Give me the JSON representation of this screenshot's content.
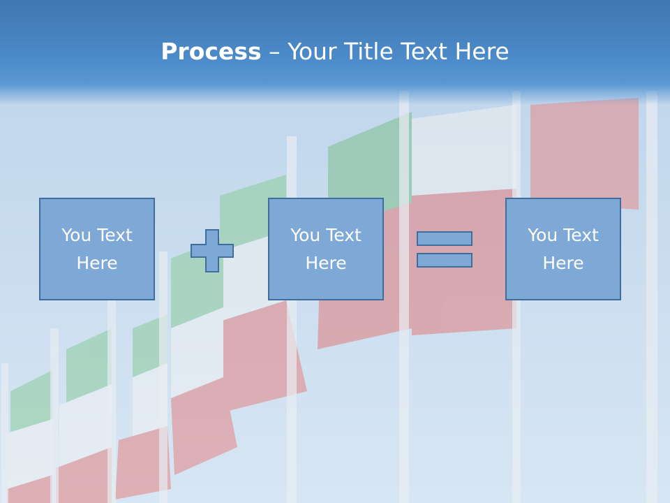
{
  "title": {
    "bold": "Process",
    "separator": " – ",
    "rest": "Your Title Text Here"
  },
  "boxes": [
    {
      "label": "You Text Here"
    },
    {
      "label": "You Text Here"
    },
    {
      "label": "You Text Here"
    }
  ],
  "operators": [
    "plus",
    "equals"
  ],
  "colors": {
    "title_bar": "#4c8ac9",
    "box_fill": "#7ea9d6",
    "box_border": "#3f6e9e",
    "title_text": "#ffffff"
  }
}
